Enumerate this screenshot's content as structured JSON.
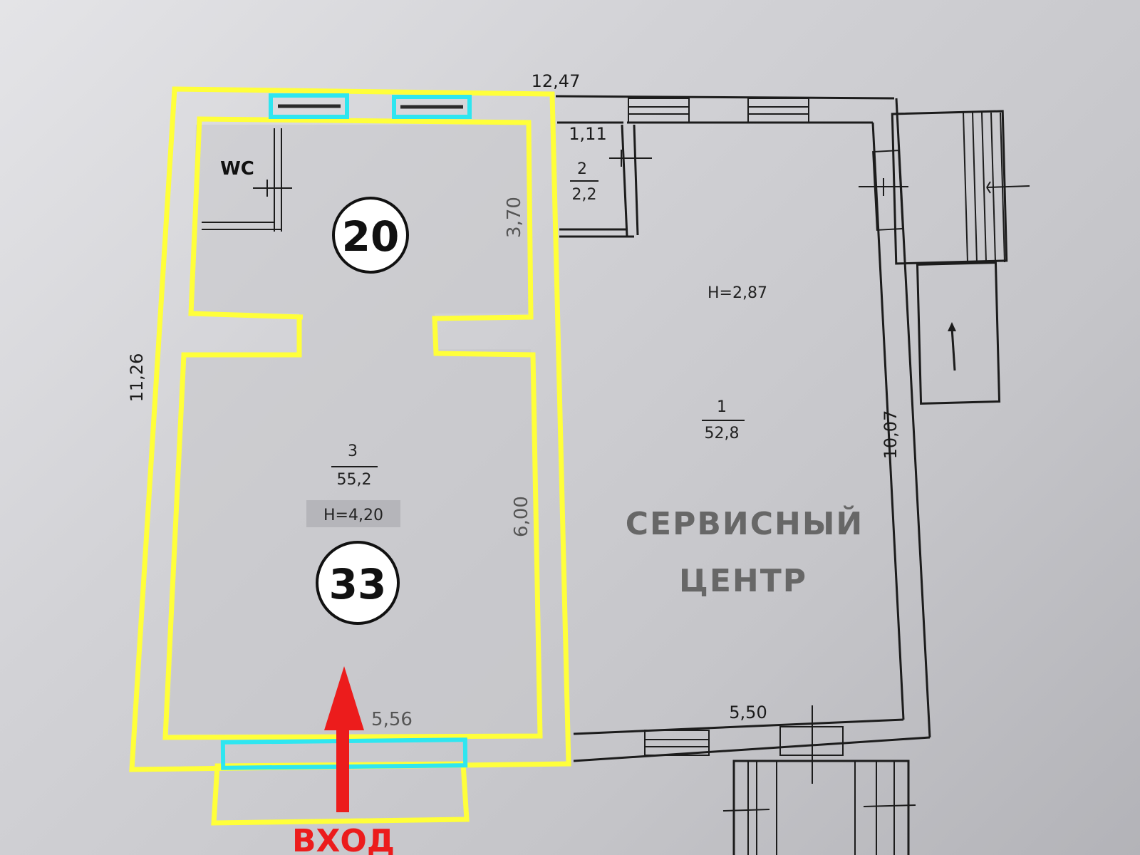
{
  "plan": {
    "dimensions": {
      "top_width": "12,47",
      "left_height": "11,26",
      "right_height": "10,07",
      "room20_height": "3,70",
      "room33_height": "6,00",
      "room33_width": "5,56",
      "bottom_width": "5,50",
      "room2_width": "1,11"
    },
    "rooms": {
      "room1": {
        "number": "1",
        "area": "52,8",
        "height": "H=2,87"
      },
      "room2": {
        "number": "2",
        "area": "2,2"
      },
      "room3": {
        "number": "3",
        "area": "55,2",
        "height": "H=4,20"
      }
    },
    "overlay": {
      "room20_badge": "20",
      "room33_badge": "33",
      "wc_label": "WC",
      "service_line1": "СЕРВИСНЫЙ",
      "service_line2": "ЦЕНТР",
      "entry_label": "ВХОД"
    },
    "colors": {
      "outline": "#ffff3a",
      "window_highlight": "#2ee6f0",
      "entry_arrow": "#ec1c1c",
      "service_text": "#676767"
    }
  }
}
